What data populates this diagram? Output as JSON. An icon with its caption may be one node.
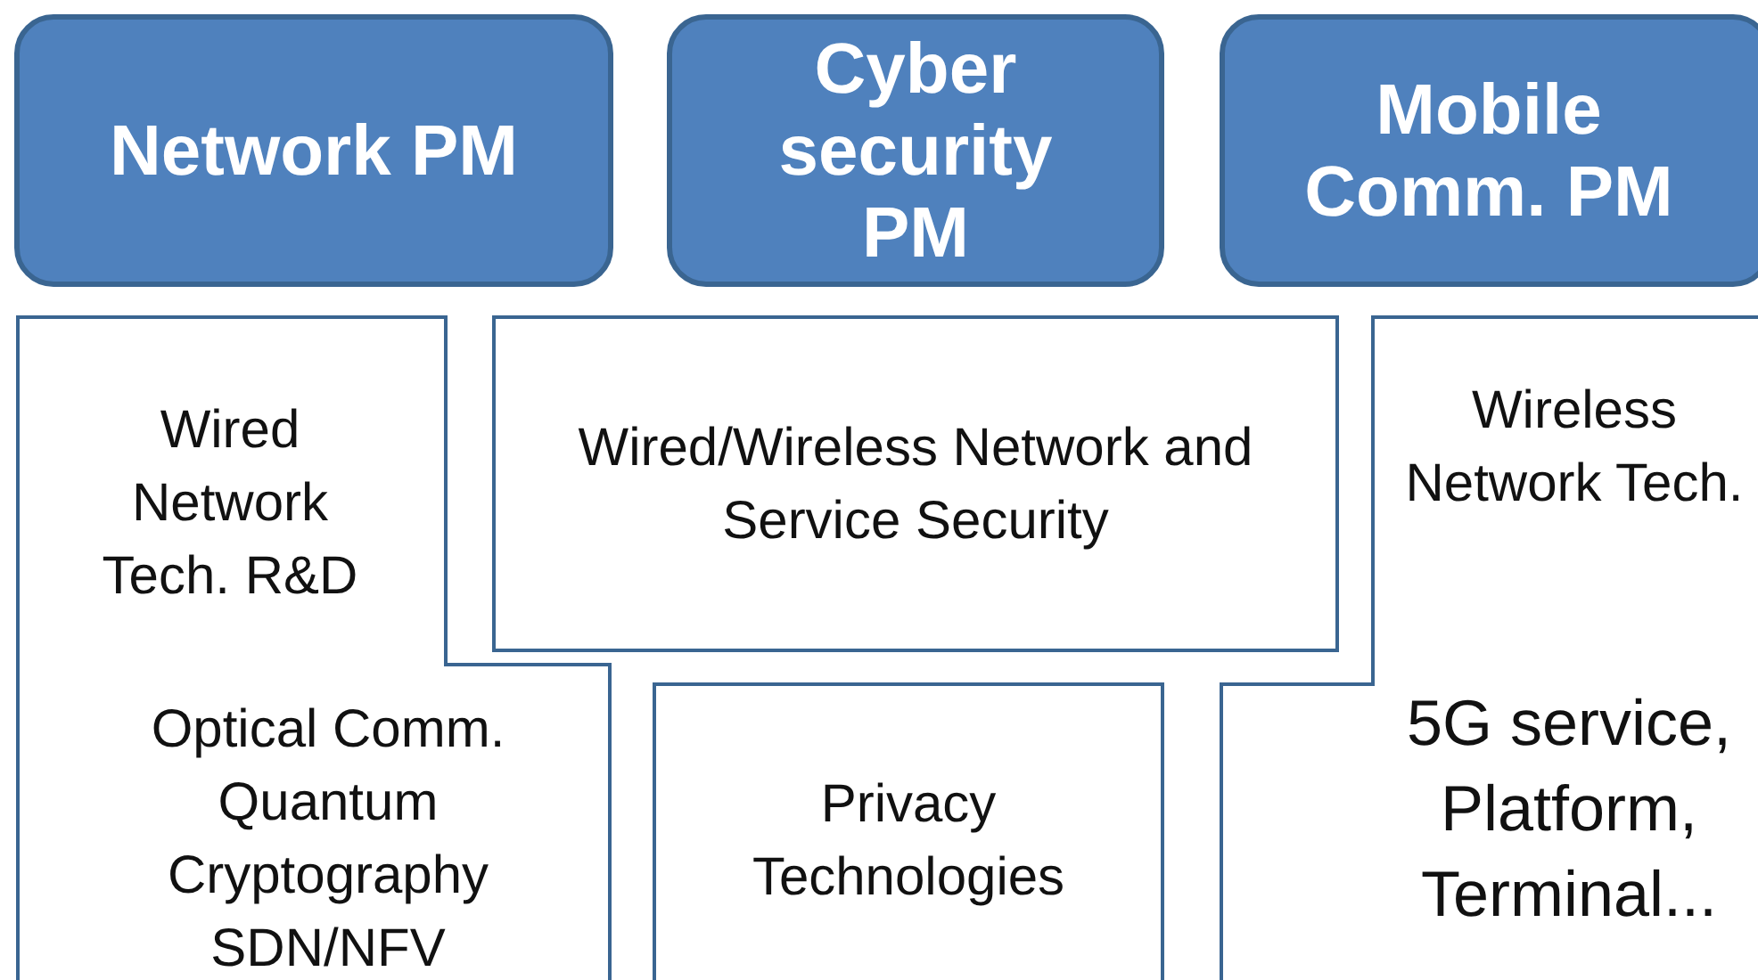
{
  "diagram": {
    "nodes": [
      {
        "text": [
          "Network PM"
        ]
      },
      {
        "text": [
          "Cyber security PM"
        ]
      },
      {
        "text": [
          "Mobile Comm. PM"
        ]
      },
      {
        "text": [
          "Wired Network Tech. R&D",
          "Optical Comm. Quantum Cryptography SDN/NFV"
        ]
      },
      {
        "text": [
          "Wired/Wireless Network and Service Security"
        ]
      },
      {
        "text": [
          "Privacy Technologies"
        ]
      },
      {
        "text": [
          "Wireless Network Tech.",
          "5G service, Platform, Terminal..."
        ]
      }
    ]
  }
}
